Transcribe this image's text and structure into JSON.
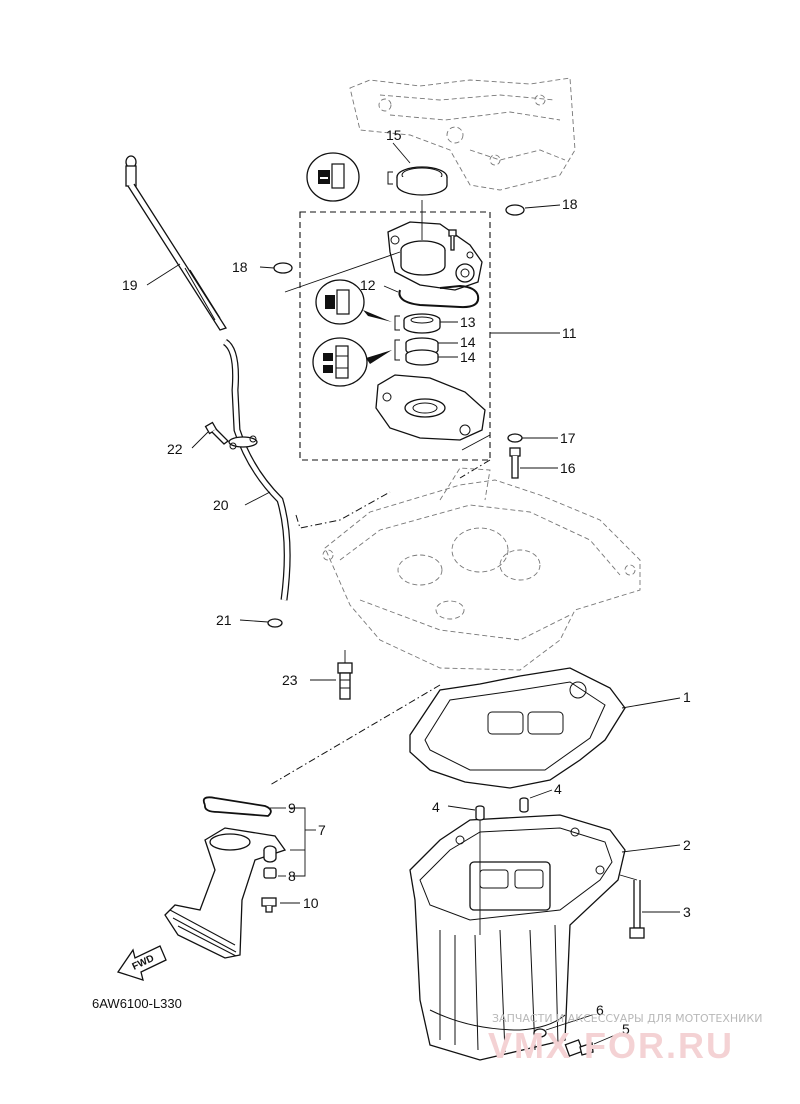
{
  "diagram_code": "6AW6100-L330",
  "arrow_label": "FWD",
  "callouts": {
    "c1": "1",
    "c2": "2",
    "c3": "3",
    "c4a": "4",
    "c4b": "4",
    "c5": "5",
    "c6": "6",
    "c7": "7",
    "c8": "8",
    "c9": "9",
    "c10": "10",
    "c11": "11",
    "c12": "12",
    "c13": "13",
    "c14a": "14",
    "c14b": "14",
    "c15": "15",
    "c16": "16",
    "c17": "17",
    "c18a": "18",
    "c18b": "18",
    "c19": "19",
    "c20": "20",
    "c21": "21",
    "c22": "22",
    "c23": "23"
  },
  "watermark": {
    "tagline": "ЗАПЧАСТИ И АКСЕССУАРЫ ДЛЯ МОТОТЕХНИКИ",
    "brand": "VMX FOR.RU"
  },
  "icons": [
    "grease-icon",
    "sealant-icon",
    "grease-lip-icon",
    "fwd-arrow-icon"
  ]
}
